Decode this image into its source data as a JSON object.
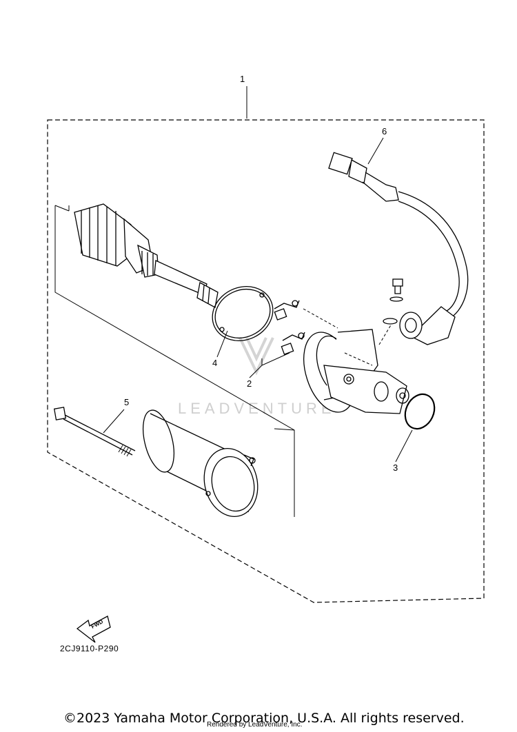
{
  "callouts": {
    "c1": "1",
    "c2": "2",
    "c3": "3",
    "c4": "4",
    "c5": "5",
    "c6": "6"
  },
  "fwd_label": "FWD",
  "drawing_code": "2CJ9110-P290",
  "watermark": "LEADVENTURE",
  "copyright": "©2023 Yamaha Motor Corporation, U.S.A. All rights reserved.",
  "rendered_by": "Rendered by LeadVenture, Inc."
}
